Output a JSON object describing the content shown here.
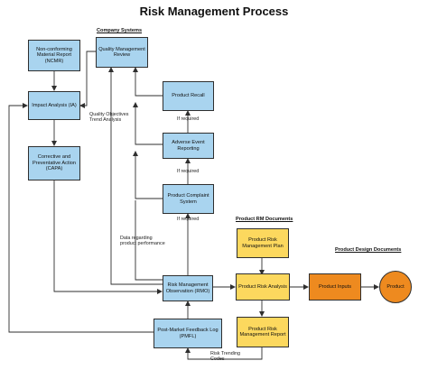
{
  "title": "Risk Management Process",
  "sections": {
    "company_systems": "Company Systems",
    "product_rm_documents": "Product RM Documents",
    "product_design_documents": "Product Design Documents"
  },
  "nodes": {
    "ncmr": "Non-conforming\nMaterial Report\n(NCMR)",
    "qmr": "Quality Management\nReview",
    "ia": "Impact Analysis (IA)",
    "capa": "Corrective and\nPreventative Action\n(CAPA)",
    "recall": "Product Recall",
    "adverse": "Adverse Event\nReporting",
    "complaint": "Product Complaint\nSystem",
    "rm_plan": "Product Risk\nManagement Plan",
    "rmo": "Risk Management\nObservation (RMO)",
    "pra": "Product Risk Analysis",
    "inputs": "Product Inputs",
    "product": "Product",
    "pmfl": "Post-Market Feedback Log\n(PMFL)",
    "rm_report": "Product Risk\nManagement Report"
  },
  "labels": {
    "quality_objectives": "Quality Objectives\nTrend Analysis",
    "if_required_1": "If required",
    "if_required_2": "If required",
    "if_required_3": "If required",
    "data_regarding": "Data regarding\nproduct performance",
    "risk_trending": "Risk Trending\nCodes"
  },
  "colors": {
    "blue": "#a9d4ef",
    "yellow": "#fcd85e",
    "orange": "#ee8a1f",
    "line": "#2f2f2f"
  }
}
